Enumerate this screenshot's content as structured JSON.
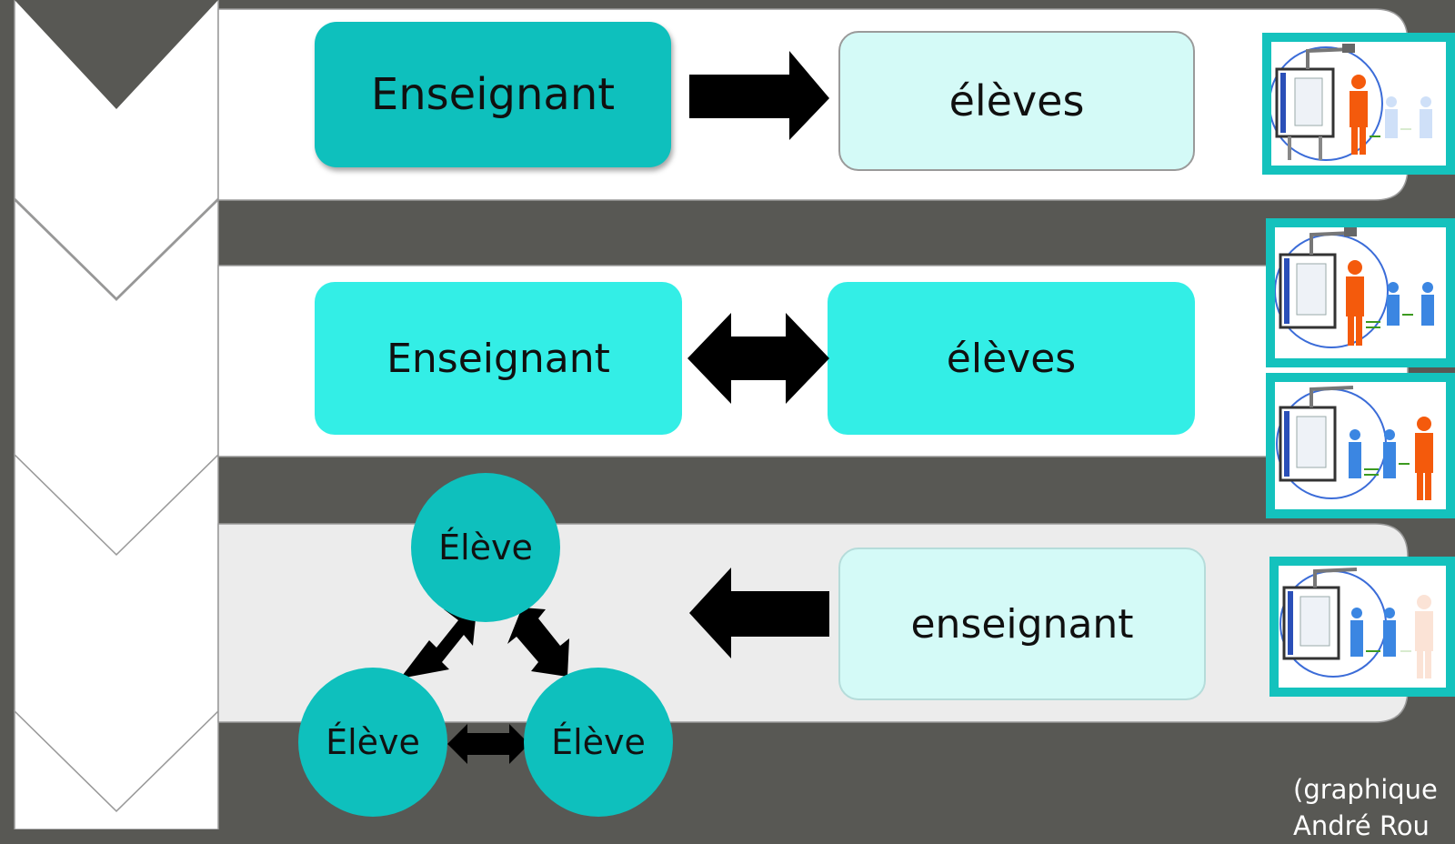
{
  "rows": [
    {
      "left_label": "Enseignant",
      "right_label": "élèves",
      "arrow": "right"
    },
    {
      "left_label": "Enseignant",
      "right_label": "élèves",
      "arrow": "both"
    },
    {
      "left_label": "Élève",
      "right_label": "enseignant",
      "arrow": "left"
    }
  ],
  "students": [
    "Élève",
    "Élève",
    "Élève"
  ],
  "credit": [
    "(graphique",
    "André Rou"
  ],
  "colors": {
    "background": "#585854",
    "teal_dark": "#0ec0bd",
    "teal_bright": "#33eee6",
    "teal_pale": "#d4faf7",
    "teacher": "#f45a0c",
    "student": "#3b86e2",
    "arrow": "#000000"
  },
  "icons": [
    "whiteboard-teacher-icon",
    "whiteboard-exchange-icon",
    "whiteboard-student-led-icon",
    "whiteboard-peer-icon"
  ]
}
